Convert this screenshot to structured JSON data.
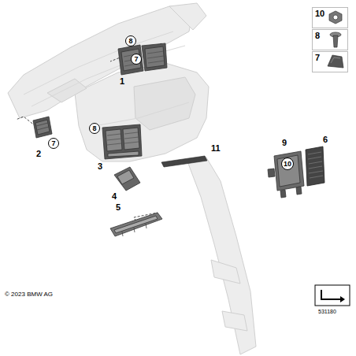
{
  "diagram": {
    "nodes": [
      {
        "text": [
          "10"
        ]
      },
      {
        "text": [
          "8"
        ]
      },
      {
        "text": [
          "7"
        ]
      },
      {
        "text": [
          "8"
        ]
      },
      {
        "text": [
          "7"
        ]
      },
      {
        "text": [
          "7"
        ]
      },
      {
        "text": [
          "8"
        ]
      },
      {
        "text": [
          "10"
        ]
      }
    ],
    "labels": [
      "1",
      "2",
      "3",
      "11",
      "4",
      "5",
      "9",
      "6",
      "© 2023 BMW AG",
      "531180"
    ]
  }
}
